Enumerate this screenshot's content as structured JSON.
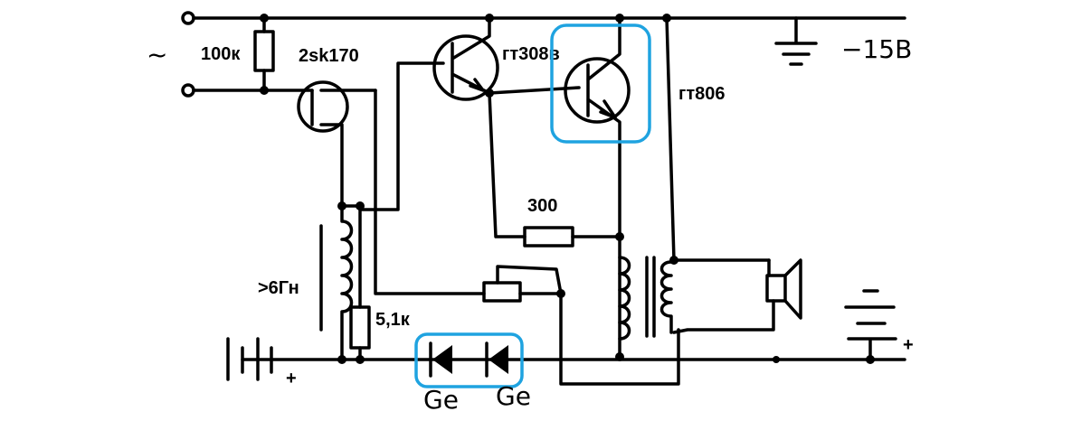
{
  "labels": {
    "ac_symbol": "~",
    "resistor_input": "100к",
    "jfet": "2sk170",
    "transistor_driver": "гт308в",
    "transistor_output": "гт806",
    "resistor_emitter": "300",
    "inductor": ">6Гн",
    "resistor_bias": "5,1к",
    "supply_voltage": "−15В",
    "diode_1": "Ge",
    "diode_2": "Ge",
    "battery_left_plus": "+",
    "battery_right_plus": "+"
  },
  "colors": {
    "highlight": "#1fa3e0",
    "wire": "#000000"
  }
}
